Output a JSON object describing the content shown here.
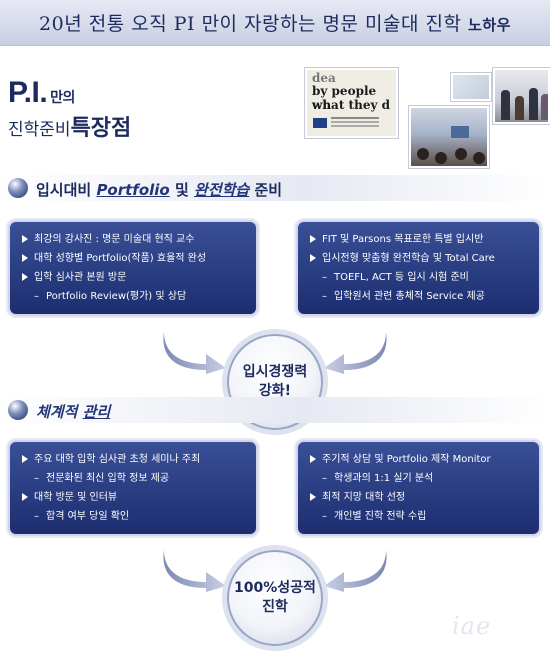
{
  "banner": {
    "title": "20년 전통 오직 PI 만이 자랑하는 명문 미술대 진학",
    "emphasis": "노하우"
  },
  "hero": {
    "logo": "P.I.",
    "logo_suffix": "만의",
    "subtitle": "진학준비",
    "subtitle_bold": "특장점",
    "book_text": [
      "dea",
      "by people wh",
      "what they d"
    ]
  },
  "section1": {
    "title_prefix": "입시대비",
    "title_em1": "Portfolio",
    "title_mid": "및",
    "title_em2": "완전학습",
    "title_suffix": "준비",
    "left_box": [
      {
        "type": "tri",
        "text": "최강의 강사진 : 명문 미술대 현직 교수"
      },
      {
        "type": "tri",
        "text": "대학 성향별 Portfolio(작품) 효율적 완성"
      },
      {
        "type": "tri",
        "text": "입학 심사관 본원 방문"
      },
      {
        "type": "dash",
        "text": "Portfolio Review(평가) 및 상담"
      }
    ],
    "right_box": [
      {
        "type": "tri",
        "text": "FIT 및 Parsons 목표로한 특별 입시반"
      },
      {
        "type": "tri",
        "text": "입시전형 맞춤형 완전학습 및 Total Care"
      },
      {
        "type": "dash",
        "text": "TOEFL, ACT 등 입시 시험 준비"
      },
      {
        "type": "dash",
        "text": "입학원서 관련 총체적 Service 제공"
      }
    ],
    "circle": "입시경쟁력\n강화!"
  },
  "section2": {
    "title_em1": "체계적",
    "title_em2": "관리",
    "left_box": [
      {
        "type": "tri",
        "text": "주요 대학 입학 심사관 초청 세미나 주최"
      },
      {
        "type": "dash",
        "text": "전문화된 최신 입학 정보 제공"
      },
      {
        "type": "tri",
        "text": "대학 방문 및 인터뷰"
      },
      {
        "type": "dash",
        "text": "합격 여부 당일 확인"
      }
    ],
    "right_box": [
      {
        "type": "tri",
        "text": "주기적 상담 및 Portfolio 제작 Monitor"
      },
      {
        "type": "dash",
        "text": "학생과의 1:1 실기 분석"
      },
      {
        "type": "tri",
        "text": "최적 지망 대학 선정"
      },
      {
        "type": "dash",
        "text": "개인별 진학 전략 수립"
      }
    ],
    "circle": "100%성공적\n진학"
  },
  "watermark": "iae",
  "colors": {
    "navy": "#1c2b5e",
    "box_top": "#3a4f96",
    "box_bottom": "#1c2e70"
  }
}
